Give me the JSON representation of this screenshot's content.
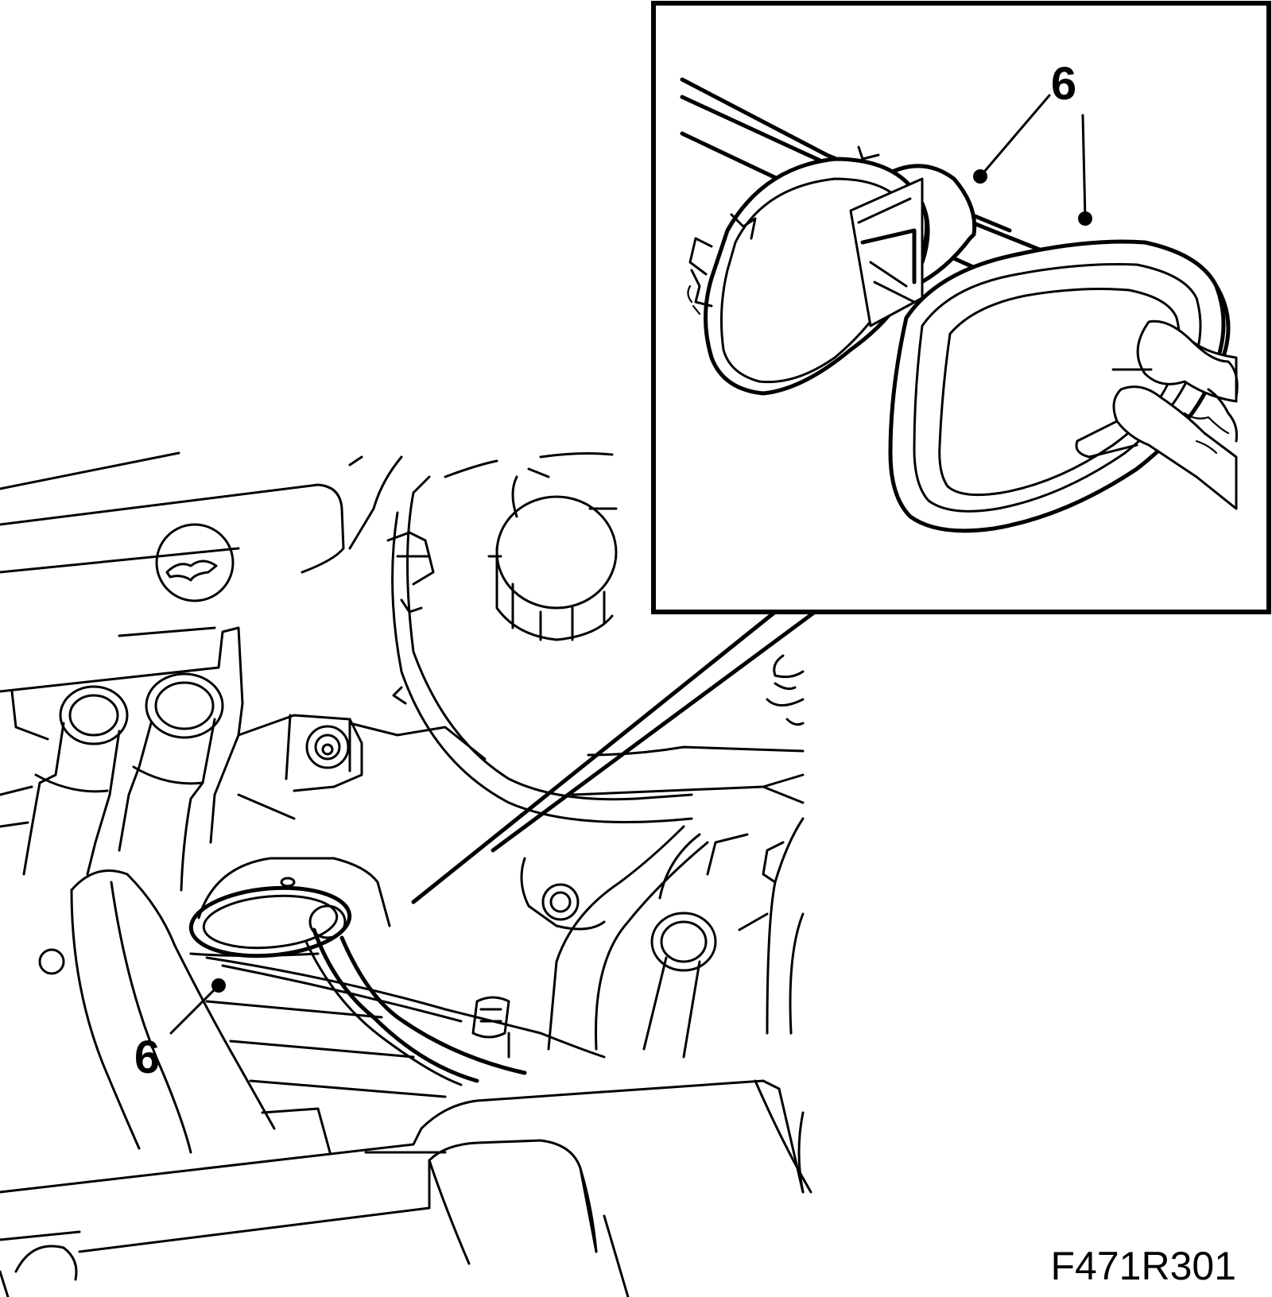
{
  "diagram": {
    "figure_code": "F471R301",
    "callouts": [
      {
        "id": "main",
        "label": "6"
      },
      {
        "id": "inset",
        "label": "6"
      }
    ]
  },
  "colors": {
    "line": "#000000",
    "background": "#ffffff"
  }
}
